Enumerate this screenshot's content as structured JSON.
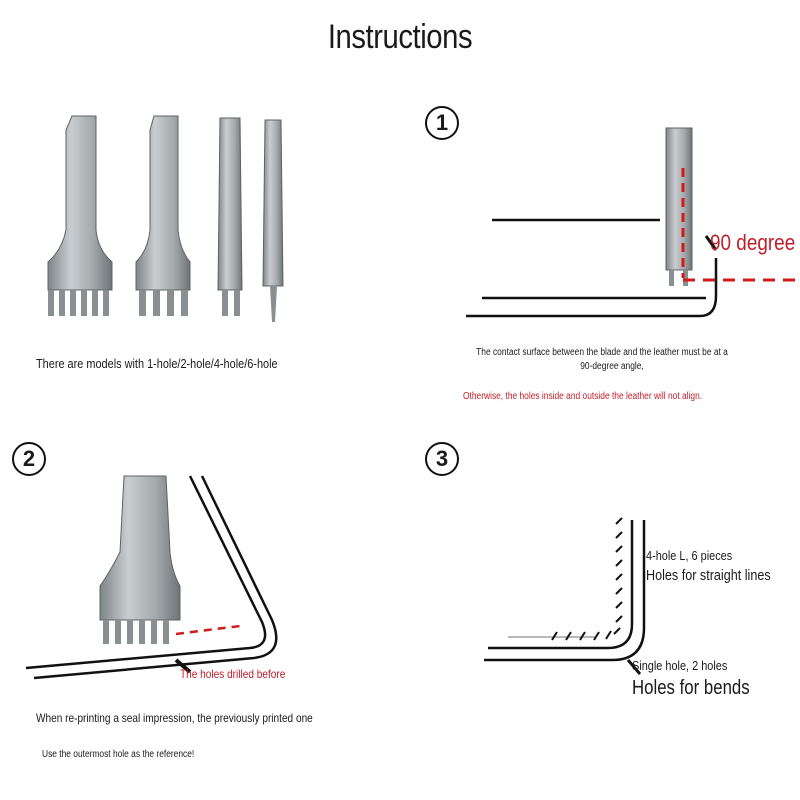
{
  "title": "Instructions",
  "colors": {
    "accent_red": "#c0202a",
    "tool_steel": "#9ea3a6",
    "line": "#111111"
  },
  "panel_models": {
    "caption": "There are models with 1-hole/2-hole/4-hole/6-hole"
  },
  "step1": {
    "number": "1",
    "angle_label": "90 degree",
    "caption_line1": "The contact surface between the blade and the leather must be at a",
    "caption_line2": "90-degree angle,",
    "warning": "Otherwise, the holes inside and outside the leather will not align."
  },
  "step2": {
    "number": "2",
    "holes_label": "The holes drilled before",
    "caption_line1": "When re-printing a seal impression, the previously printed one",
    "caption_line2": "Use the outermost hole as the reference!"
  },
  "step3": {
    "number": "3",
    "straight_label1": "4-hole L, 6 pieces",
    "straight_label2": "Holes for straight lines",
    "bend_label1": "Single hole, 2 holes",
    "bend_label2": "Holes for bends"
  }
}
